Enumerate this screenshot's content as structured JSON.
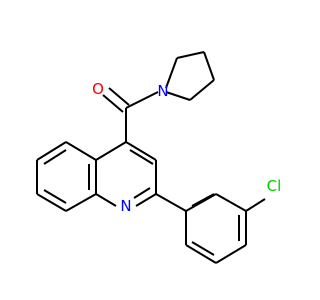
{
  "molecule": {
    "atoms": {
      "O": {
        "label": "O",
        "color": "#ff0000"
      },
      "N_amide": {
        "label": "N",
        "color": "#0000ff"
      },
      "N_ring": {
        "label": "N",
        "color": "#0000ff"
      },
      "Cl": {
        "label": "Cl",
        "color": "#00cc00"
      }
    },
    "bond_color": "#000000",
    "background": "#ffffff"
  }
}
